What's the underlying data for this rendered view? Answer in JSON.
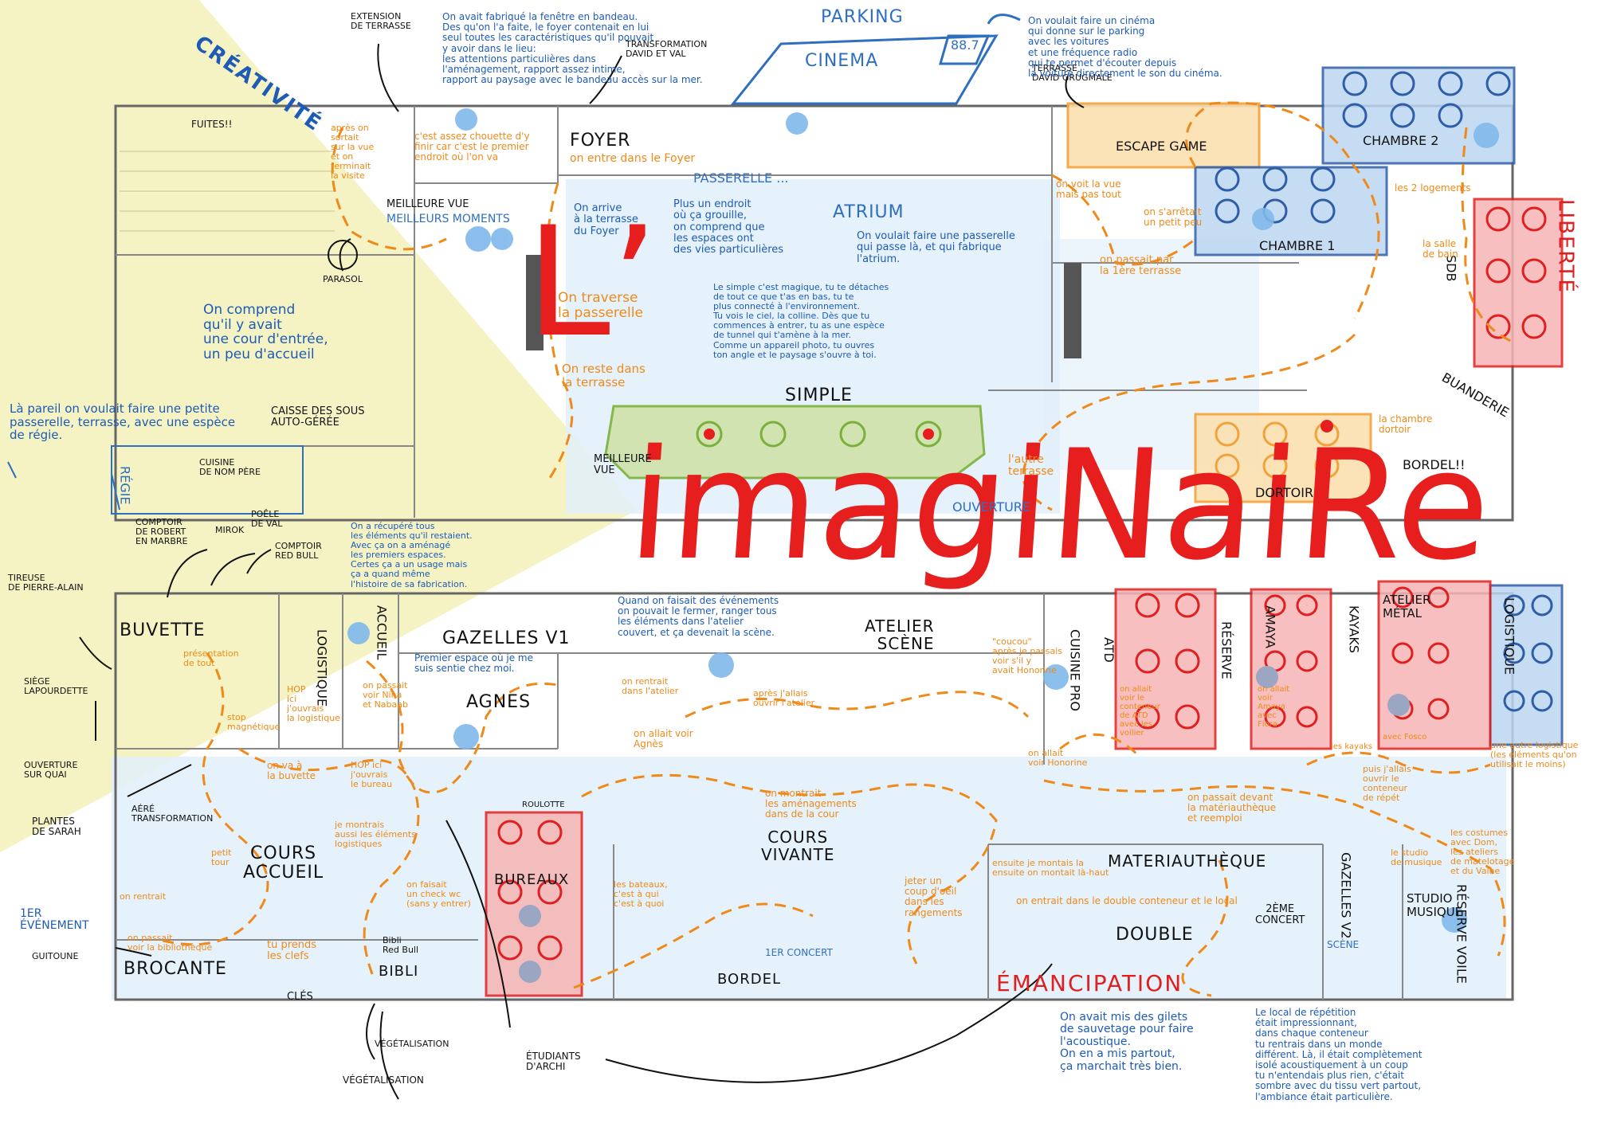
{
  "title": {
    "line1": "L’",
    "line2": "imagiNaiRe"
  },
  "themes": {
    "creativite": "CRÉATIVITÉ",
    "liberte": "LIBERTÉ",
    "emancipation": "ÉMANCIPATION"
  },
  "rooms_top": {
    "parking": "PARKING",
    "cinema": "CINEMA",
    "freq": "88.7",
    "foyer": "FOYER",
    "passerelle": "PASSERELLE ...",
    "atrium": "ATRIUM",
    "simple": "SIMPLE",
    "escape_game": "ESCAPE GAME",
    "chambre2": "CHAMBRE 2",
    "chambre1": "CHAMBRE 1",
    "sdb": "SDB",
    "buanderie": "BUANDERIE",
    "dortoir": "DORTOIR",
    "bordel_top": "BORDEL!!",
    "ouverture": "OUVERTURE",
    "regie": "RÉGIE",
    "meilleure_vue": "MEILLEURE VUE",
    "meilleurs_moments": "MEILLEURS MOMENTS",
    "parasol": "PARASOL",
    "fuites": "FUITES!!",
    "meilleure_vue2": "MEILLEURE\nVUE",
    "terrasse_david": "TERRASSE\nDAVID GRUGMALE"
  },
  "rooms_bottom": {
    "buvette": "BUVETTE",
    "logistique": "LOGISTIQUE",
    "accueil": "ACCUEIL",
    "gazelles_v1": "GAZELLES V1",
    "atelier_scene": "ATELIER\nSCÈNE",
    "agnes": "AGNES",
    "cuisine_pro": "CUISINE PRO",
    "atd": "ATD",
    "reserve": "RÉSERVE",
    "amaya": "AMAYA",
    "kayaks": "KAYAKS",
    "atelier_metal": "ATELIER\nMÉTAL",
    "logistique2": "LOGISTIQUE",
    "cours_accueil": "COURS\nACCUEIL",
    "bureaux": "BUREAUX",
    "roulotte": "ROULOTTE",
    "cours_vivante": "COURS\nVIVANTE",
    "materiautheque": "MATERIAUTHÈQUE",
    "gazelles_v2": "GAZELLES V2",
    "studio_musique": "STUDIO\nMUSIQUE",
    "reserve_voile": "RÉSERVE VOILE",
    "double": "DOUBLE",
    "brocante": "BROCANTE",
    "bibli": "BIBLI",
    "bibli_red_bull": "Bibli\nRed Bull",
    "bordel_bottom": "BORDEL",
    "premier_concert": "1ER CONCERT",
    "deuxieme_concert": "2ÈME\nCONCERT",
    "scene": "SCÈNE",
    "cles": "CLÉS"
  },
  "labels_black": {
    "extension_terrasse": "EXTENSION\nDE TERRASSE",
    "transformation": "TRANSFORMATION\nDAVID ET VAL",
    "tireuse": "TIREUSE\nDE PIERRE-ALAIN",
    "comptoir_robert": "COMPTOIR\nDE ROBERT\nEN MARBRE",
    "cuisine_nom_pere": "CUISINE\nDE NOM PÈRE",
    "mirok": "MIROK",
    "poele_val": "POÊLE\nDE VAL",
    "caisse": "CAISSE DES SOUS\nAUTO-GÉRÉE",
    "comptoir_red_bull": "COMPTOIR\nRED BULL",
    "siege": "SIÈGE\nLAPOURDETTE",
    "ouverture_quai": "OUVERTURE\nSUR QUAI",
    "plantes": "PLANTES\nDE SARAH",
    "aere": "AÉRÉ\nTRANSFORMATION",
    "premier_evenement": "1ER\nÉVÉNEMENT",
    "guitoune": "GUITOUNE",
    "vegetalisation1": "VÉGÉTALISATION",
    "vegetalisation2": "VÉGÉTALISATION",
    "etudiants": "ÉTUDIANTS\nD'ARCHI"
  },
  "notes_blue": {
    "fenetre": "On avait fabriqué la fenêtre en bandeau.\nDes qu'on l'a faite, le foyer contenait en lui\nseul toutes les caractéristiques qu'il pouvait\ny avoir dans le lieu:\nles attentions particulières dans\nl'aménagement, rapport assez intime,\nrapport au paysage avec le bandeau accès sur la mer.",
    "cinema_note": "On voulait faire un cinéma\nqui donne sur le parking\navec les voitures\net une fréquence radio\nqui te permet d'écouter depuis\nla voiture directement le son du cinéma.",
    "cour": "On comprend\nqu'il y avait\nune cour d'entrée,\nun peu d'accueil",
    "passerelle_note": "Là pareil on voulait faire une petite\npasserelle, terrasse, avec une espèce\nde régie.",
    "endroit": "Plus un endroit\noù ça grouille,\non comprend que\nles espaces ont\ndes vies particulières",
    "terrasse_foyer": "On arrive\nà la terrasse\ndu Foyer",
    "atrium_note": "On voulait faire une passerelle\nqui passe là, et qui fabrique\nl'atrium.",
    "simple_note": "Le simple c'est magique, tu te détaches\nde tout ce que t'as en bas, tu te\nplus connecté à l'environnement.\nTu vois le ciel, la colline. Dès que tu\ncommences à entrer, tu as une espèce\nde tunnel qui t'amène à la mer.\nComme un appareil photo, tu ouvres\nton angle et le paysage s'ouvre à toi.",
    "elements": "On a récupéré tous\nles éléments qu'il restaient.\nAvec ça on a aménagé\nles premiers espaces.\nCertes ça a un usage mais\nça a quand même\nl'histoire de sa fabrication.",
    "evenements": "Quand on faisait des événements\non pouvait le fermer, ranger tous\nles éléments dans l'atelier\ncouvert, et ça devenait la scène.",
    "gazelles_note": "Premier espace où je me\nsuis sentie chez moi.",
    "gilets": "On avait mis des gilets\nde sauvetage pour faire\nl'acoustique.\nOn en a mis partout,\nça marchait très bien.",
    "repetition": "Le local de répétition\nétait impressionnant,\ndans chaque conteneur\ntu rentrais dans un monde\ndifférent. Là, il était complètement\nisolé acoustiquement à un coup\ntu n'entendais plus rien, c'était\nsombre avec du tissu vert partout,\nl'ambiance était particulière."
  },
  "notes_orange": {
    "apres_sortait": "après on\nsortait\nsur la vue\net on\nterminait\nla visite",
    "chouette": "c'est assez chouette d'y\nfinir car c'est le premier\nendroit où l'on va",
    "on_entre_foyer": "on entre dans le Foyer",
    "traverse": "On traverse\nla passerelle",
    "reste_terrasse": "On reste dans\nla terrasse",
    "voit_vue": "on voit la vue\nmais pas tout",
    "arretait": "on s'arrêtait\nun petit peu",
    "passait_terrasse": "on passait par\nla 1ère terrasse",
    "logements": "les 2 logements",
    "salle_bain": "la salle\nde bain",
    "chambre_dortoir": "la chambre\ndortoir",
    "autre_terrasse": "l'autre\nterrasse",
    "presentation": "présentation\nde tout",
    "stop": "stop\nmagnétique",
    "hop_logistique": "HOP\nici\nj'ouvrais\nla logistique",
    "passait_nina": "on passait\nvoir Nina\net Nabaab",
    "rentrait_atelier": "on rentrait\ndans l'atelier",
    "ouvrir_atelier": "après j'allais\nouvrir l'atelier",
    "voir_agnes": "on allait voir\nAgnès",
    "coucou": "\"coucou\"\naprès je passais\nvoir s'il y\navait Honorine",
    "on_va_buvette": "on va à\nla buvette",
    "hop_bureau": "HOP ici\nj'ouvrais\nle bureau",
    "montrais": "je montrais\naussi les éléments\nlogistiques",
    "amenagements": "on montrait\nles aménagements\ndans de la cour",
    "voir_honorine": "on allait\nvoir Honorine",
    "passait_devant": "on passait devant\nla matériauthèque\net reemploi",
    "ouvrir_conteneur": "puis j'allais\nouvrir le\nconteneur\nde répét",
    "petit_tour": "petit\ntour",
    "on_rentrait": "on rentrait",
    "faisait_check": "on faisait\nun check wc\n(sans y entrer)",
    "jeter_oeil": "jeter un\ncoup d'oeil\ndans les\nrangements",
    "bateaux": "les bateaux,\nc'est à qui\nc'est à quoi",
    "ensuite": "ensuite je montais la\nensuite on montait là-haut",
    "entrait_double": "on entrait dans le double conteneur et le local",
    "studio_note": "le studio\nde musique",
    "costumes": "les costumes\navec Dom,\nles ateliers\nde matelotage\net du Valhe",
    "autre_logistique": "une autre logistique\n(les éléments qu'on\nutilisait le moins)",
    "les_kayaks": "les kayaks",
    "passait_bibli": "on passait\nvoir la bibliothèque",
    "prends_clefs": "tu prends\nles clefs",
    "fosco": "avec Fosco",
    "allait_atd": "on allait\nvoir le\nconteneur\nde ATD\navec les\nvoilier",
    "amaya_note": "on allait\nvoir\nAmaya\navec\nFlora"
  }
}
